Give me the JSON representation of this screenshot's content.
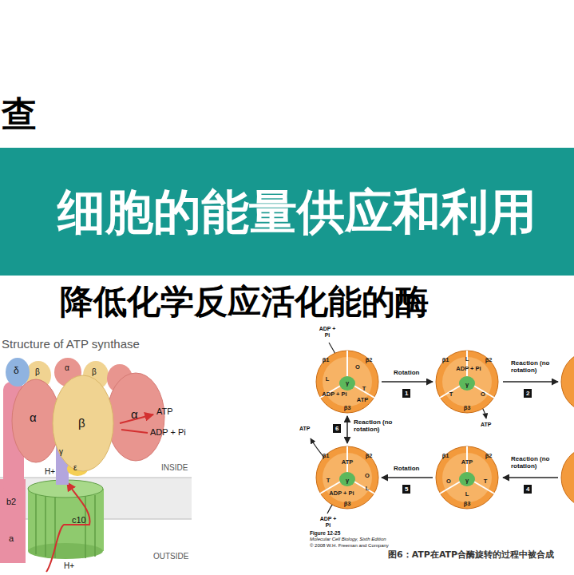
{
  "diagram": {
    "caption": "图6：ATP在ATP合酶旋转的过程中被合成",
    "nodes": [
      {
        "text": [
          "细胞的能量供应和利用"
        ]
      },
      {
        "text": [
          "β1",
          "β2",
          "β3",
          "O",
          "L",
          "T",
          "γ",
          "ADP + Pi",
          "ATP"
        ]
      },
      {
        "text": [
          "β1",
          "L",
          "β2",
          "ADP + Pi",
          "T",
          "γ",
          "O",
          "β3"
        ]
      },
      {
        "text": [
          "β1",
          "ATP",
          "β2",
          "O",
          "γ",
          "T",
          "L",
          "ADP + Pi",
          "β3"
        ]
      },
      {
        "text": [
          "β1",
          "ATP",
          "β2",
          "O",
          "γ",
          "T",
          "L",
          "β3"
        ]
      }
    ],
    "edges": [
      {
        "from": 1,
        "to": 2,
        "label": "Rotation",
        "arrow": "to"
      },
      {
        "from": 4,
        "to": 3,
        "label": "Rotation",
        "arrow": "to"
      },
      {
        "from": 3,
        "to": 1,
        "label": "Reaction (no rotation)",
        "arrow": "both"
      }
    ],
    "labels": [
      "查",
      "降低化学反应活化能的酶",
      "Structure of ATP synthase",
      "δ",
      "β",
      "α",
      "β",
      "α",
      "β",
      "α",
      "ATP",
      "ADP + Pi",
      "INSIDE",
      "γ",
      "ε",
      "H+",
      "b2",
      "a",
      "c10",
      "OUTSIDE",
      "H+",
      "ADP + Pi",
      "1",
      "Reaction (no rotation)",
      "2",
      "ATP",
      "6",
      "ATP",
      "Reaction (no rotation)",
      "4",
      "5",
      "ADP + Pi",
      "Figure 12-25",
      "Molecular Cell Biology, Sixth Edition",
      "© 2008 W.H. Freeman and Company"
    ]
  }
}
